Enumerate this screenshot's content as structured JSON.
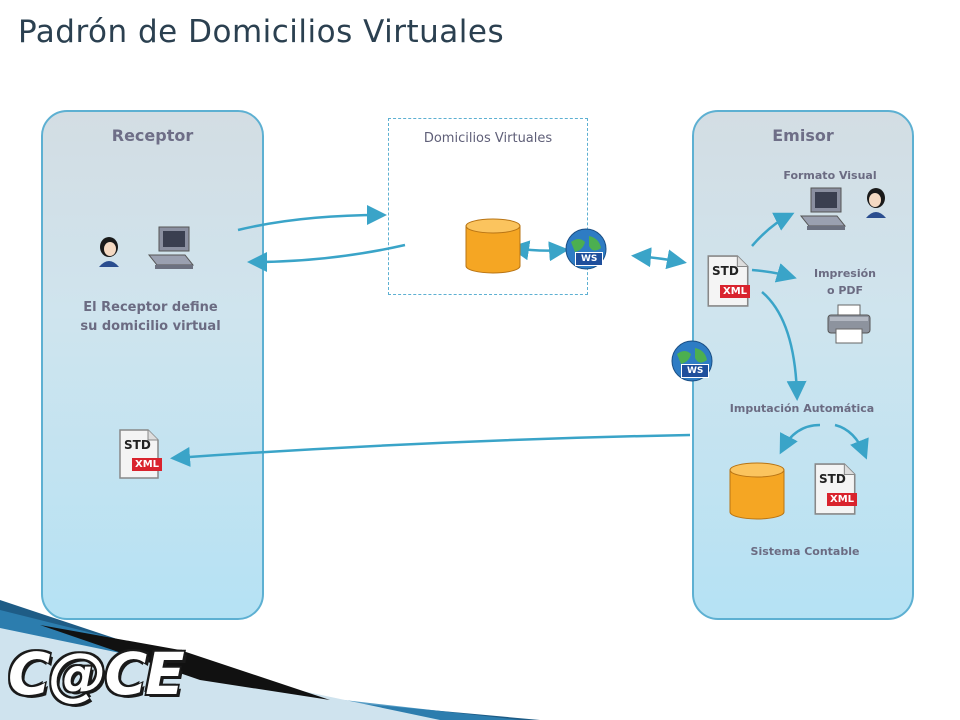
{
  "title": "Padrón de Domicilios Virtuales",
  "receptor": {
    "title": "Receptor",
    "description_line1": "El Receptor define",
    "description_line2": "su domicilio virtual"
  },
  "domicilios": {
    "title": "Domicilios Virtuales"
  },
  "emisor": {
    "title": "Emisor",
    "formato_visual": "Formato Visual",
    "impresion_line1": "Impresión",
    "impresion_line2": "o PDF",
    "imputacion": "Imputación Automática",
    "sistema_contable": "Sistema Contable"
  },
  "doc_icon": {
    "top": "STD",
    "bottom": "XML"
  },
  "ws_label": "WS",
  "logo": "C@CE",
  "colors": {
    "panel_border": "#5db0d2",
    "arrow": "#3aa4c8",
    "db": "#f5a623",
    "xml_badge": "#d9232d",
    "label": "#6b6b82"
  }
}
